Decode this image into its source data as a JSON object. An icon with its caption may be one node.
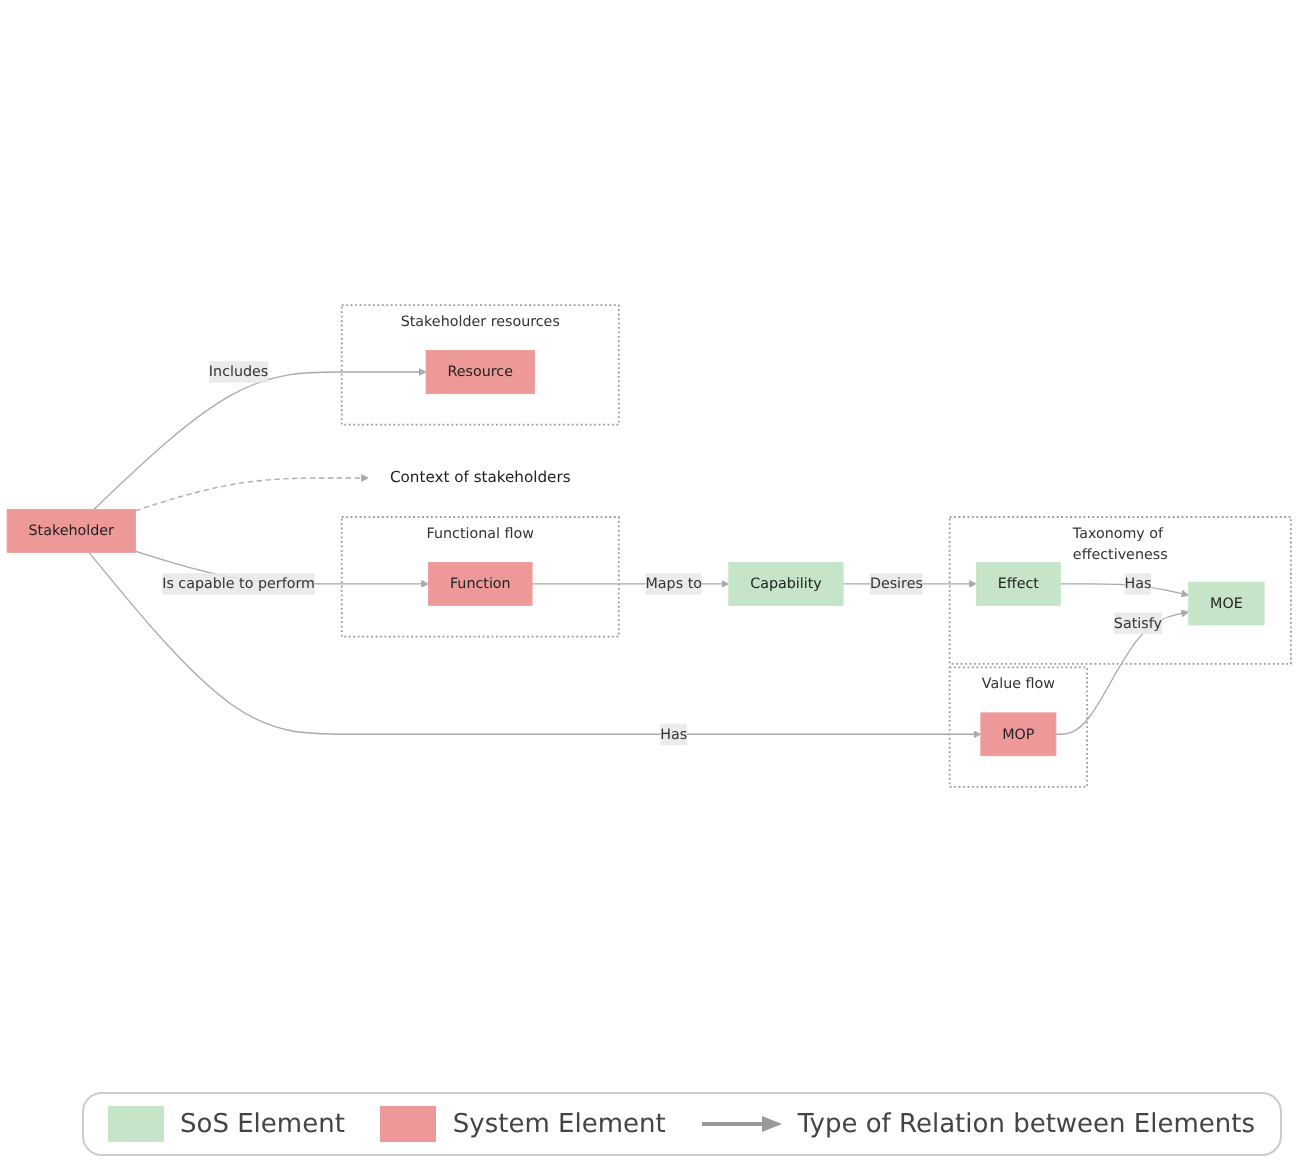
{
  "diagram": {
    "nodes": [
      {
        "text": [
          "Capability"
        ]
      },
      {
        "text": [
          "Functional flow"
        ]
      },
      {
        "text": [
          "Function"
        ],
        "in": 1
      },
      {
        "text": [
          "Taxonomy of effectiveness"
        ]
      },
      {
        "text": [
          "Effect"
        ],
        "in": 3
      },
      {
        "text": [
          "MOE"
        ],
        "in": 3
      },
      {
        "text": [
          "Context of stakeholders"
        ]
      },
      {
        "text": [
          "Stakeholder"
        ]
      },
      {
        "text": [
          "Value flow"
        ]
      },
      {
        "text": [
          "MOP"
        ],
        "in": 8
      },
      {
        "text": [
          "Stakeholder resources"
        ]
      },
      {
        "text": [
          "Resource"
        ],
        "in": 10
      }
    ],
    "edges": [
      {
        "from": 2,
        "to": 0,
        "arrow": "to",
        "label": "Maps to"
      },
      {
        "from": 0,
        "to": 4,
        "arrow": "to",
        "label": "Desires"
      },
      {
        "from": 4,
        "to": 5,
        "arrow": "to",
        "label": "Has"
      },
      {
        "from": 7,
        "to": 2,
        "arrow": "to",
        "label": "Is capable to perform"
      },
      {
        "from": 7,
        "to": 6,
        "arrow": "to",
        "style": "dashed"
      },
      {
        "from": 7,
        "to": 9,
        "arrow": "to",
        "label": "Has"
      },
      {
        "from": 9,
        "to": 5,
        "arrow": "to",
        "label": "Satisfy"
      },
      {
        "from": 7,
        "to": 11,
        "arrow": "to",
        "label": "Includes"
      }
    ],
    "legend": [
      {
        "text": "SoS Element",
        "color": "#c6e5c8"
      },
      {
        "text": "System Element",
        "color": "#ee9999"
      },
      {
        "text": "Type of Relation between Elements"
      }
    ]
  }
}
